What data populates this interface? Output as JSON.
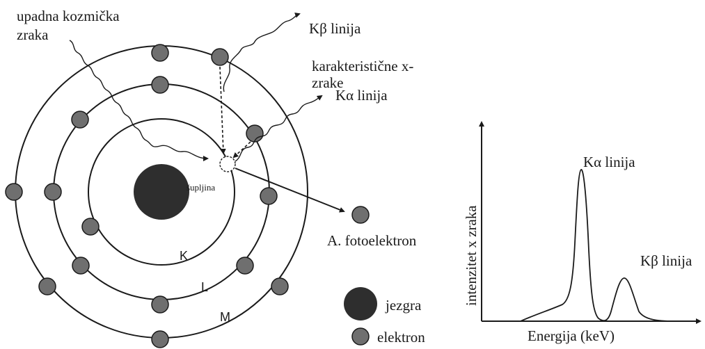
{
  "atom": {
    "incident_ray_label_line1": "upadna kozmička",
    "incident_ray_label_line2": "zraka",
    "kbeta_label": "Kβ linija",
    "char_xray_label_line1": "karakteristične x-",
    "char_xray_label_line2": "zrake",
    "kalpha_label": "Kα linija",
    "hole_label": "šupljina",
    "photoelectron_label": "A. fotoelektron",
    "shell_k": "K",
    "shell_l": "L",
    "shell_m": "M"
  },
  "legend": {
    "nucleus_label": "jezgra",
    "electron_label": "elektron"
  },
  "spectrum": {
    "y_axis_label": "intenzitet x zraka",
    "x_axis_label": "Energija (keV)",
    "kalpha_peak_label": "Kα linija",
    "kbeta_peak_label": "Kβ linija"
  },
  "colors": {
    "nucleus": "#2e2e2e",
    "electron": "#6f6f6f",
    "line": "#1a1a1a"
  }
}
